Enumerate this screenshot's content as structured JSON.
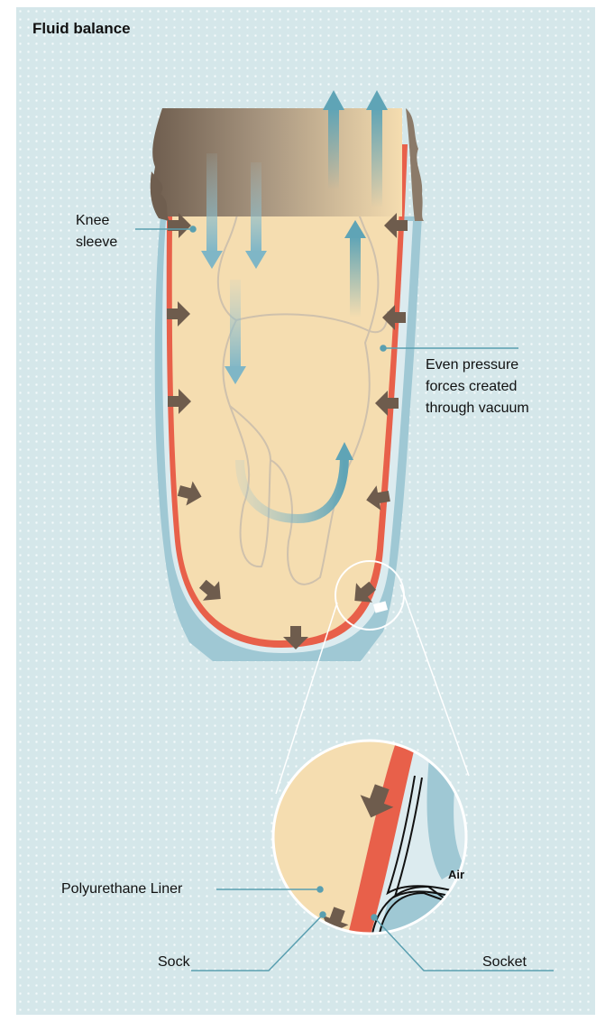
{
  "title": "Fluid balance",
  "labels": {
    "knee_sleeve_1": "Knee",
    "knee_sleeve_2": "sleeve",
    "pressure_1": "Even pressure",
    "pressure_2": "forces created",
    "pressure_3": "through vacuum",
    "liner": "Polyurethane Liner",
    "sock": "Sock",
    "socket": "Socket",
    "air": "Air"
  },
  "colors": {
    "background": "#d5e7ea",
    "limb": "#f5ddb0",
    "socket": "#9fc8d4",
    "liner": "#e8604a",
    "pressure_arrow": "#6e5c4d",
    "fluid_arrow": "#5fa4b6",
    "leader_line": "#5a9fb0"
  }
}
